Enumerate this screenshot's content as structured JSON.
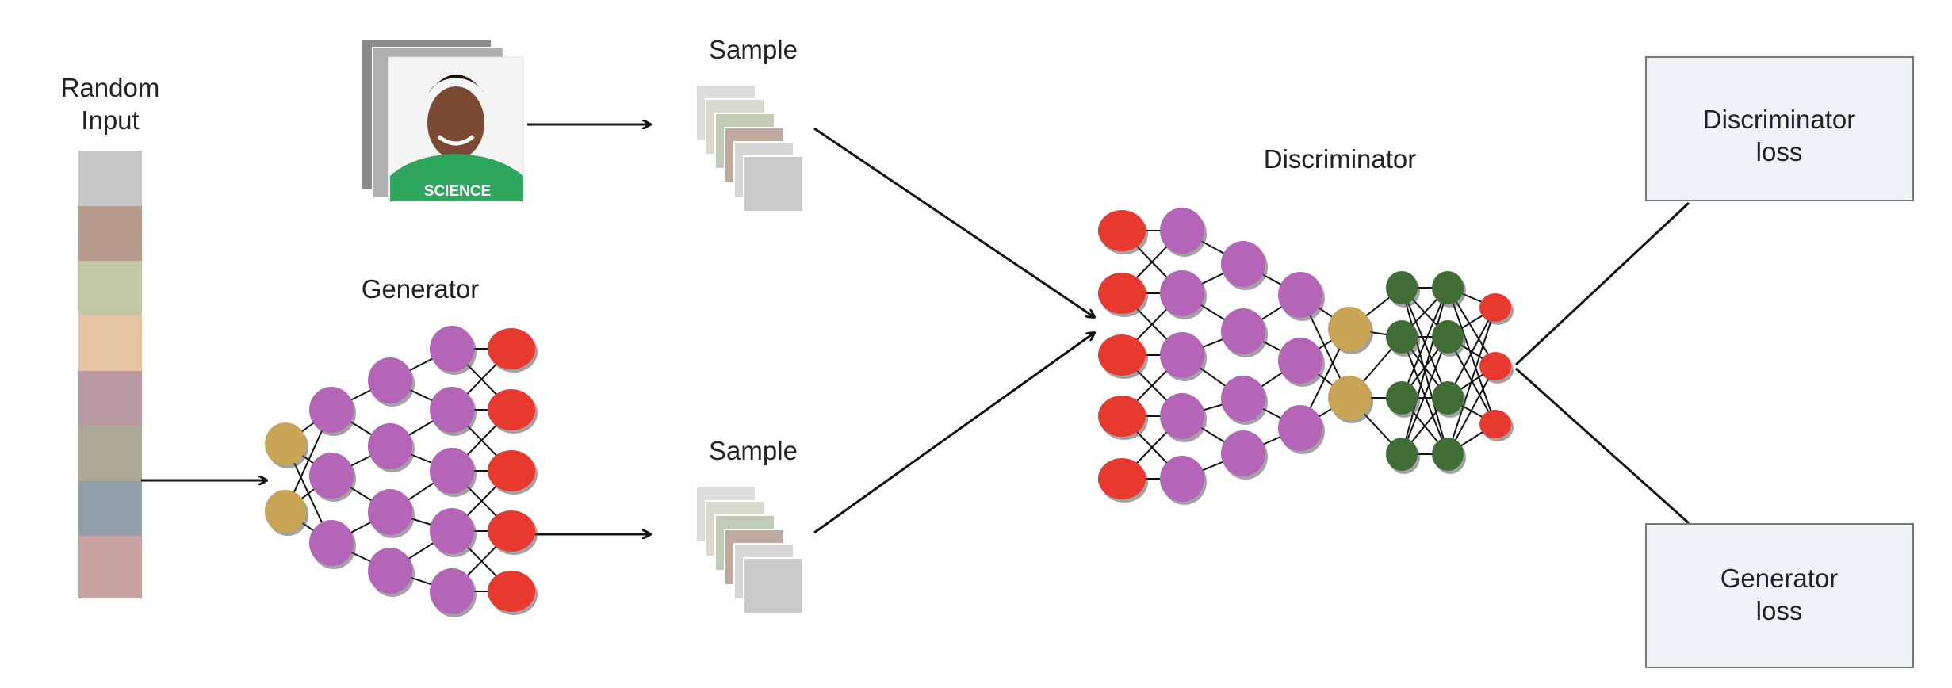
{
  "labels": {
    "random_input_line1": "Random",
    "random_input_line2": "Input",
    "sample_top": "Sample",
    "sample_bottom": "Sample",
    "generator": "Generator",
    "discriminator": "Discriminator",
    "disc_loss_line1": "Discriminator",
    "disc_loss_line2": "loss",
    "gen_loss_line1": "Generator",
    "gen_loss_line2": "loss",
    "shirt_text": "SCIENCE"
  },
  "random_input_colors": [
    "#c6c6c6",
    "#b79c8e",
    "#c1c8a2",
    "#e6c3a0",
    "#b99aa3",
    "#aaaa97",
    "#939fa8",
    "#c9a3a0"
  ],
  "sample_colors": [
    "#dcdcdc",
    "#d9d9cc",
    "#c2cbb6",
    "#bfaaa0",
    "#d5d5d5",
    "#cacaca"
  ],
  "node_colors": {
    "red": "#e8392e",
    "purple": "#b565b8",
    "gold": "#c9a455",
    "green": "#3f6d34",
    "node_shadow": "#555555"
  },
  "loss_box_fill": "#eef4f6"
}
